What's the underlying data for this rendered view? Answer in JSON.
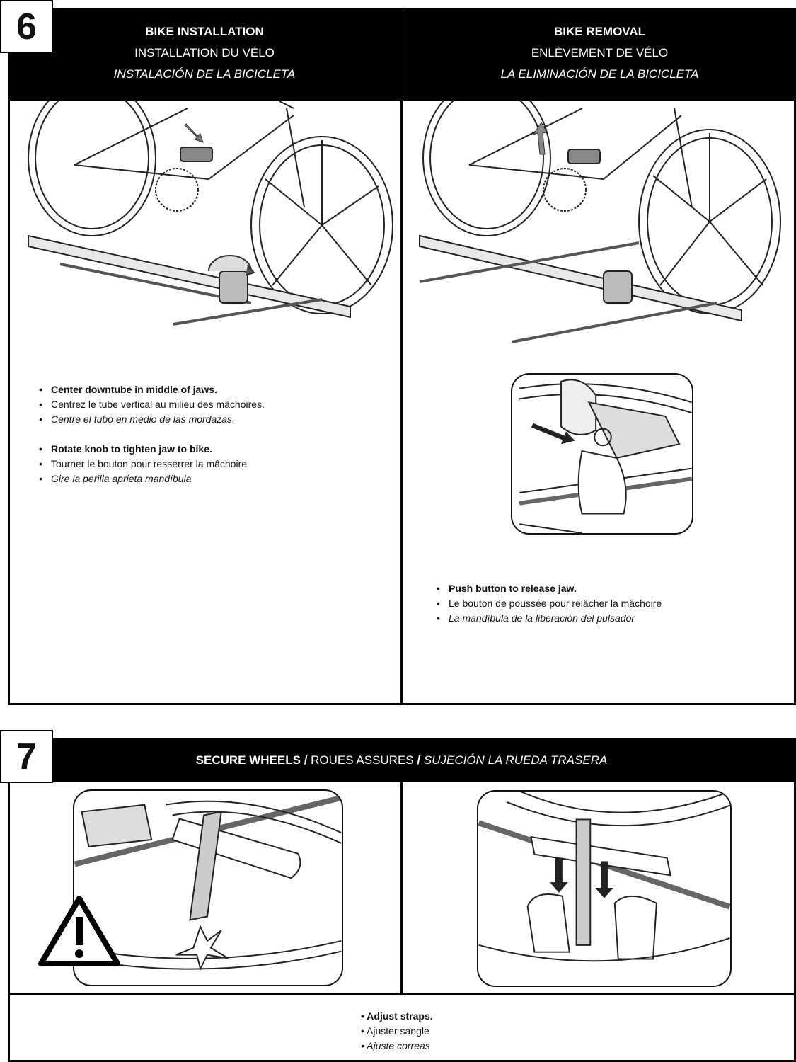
{
  "step6": {
    "number": "6",
    "installation": {
      "title_en": "BIKE INSTALLATION",
      "title_fr": "INSTALLATION DU VÉLO",
      "title_es": "INSTALACIÓN DE LA BICICLETA",
      "instructions": [
        "Center downtube in middle of jaws.",
        "Centrez le tube vertical au milieu des mâchoires.",
        "Centre el tubo en medio de las mordazas.",
        "Rotate knob to tighten jaw to bike.",
        "Tourner le bouton pour resserrer la mâchoire",
        "Gire la perilla aprieta mandíbula"
      ]
    },
    "removal": {
      "title_en": "BIKE REMOVAL",
      "title_fr": "ENLÈVEMENT DE VÉLO",
      "title_es": "LA ELIMINACIÓN DE LA BICICLETA",
      "instructions": [
        "Push button to release jaw.",
        "Le bouton de poussée pour relâcher la mâchoire",
        "La mandíbula de la liberación del pulsador"
      ]
    }
  },
  "step7": {
    "number": "7",
    "title_en": "SECURE WHEELS",
    "sep": "/",
    "title_fr": "ROUES ASSURES",
    "title_es": "SUJECIÓN LA RUEDA TRASERA",
    "instructions": [
      "Adjust straps.",
      "Ajuster sangle",
      "Ajuste correas"
    ]
  },
  "icons": {
    "warning": "warning-triangle-icon",
    "down_arrow": "down-arrow-icon",
    "up_arrow": "up-arrow-icon",
    "rotate_arrow": "rotate-arrow-icon"
  }
}
